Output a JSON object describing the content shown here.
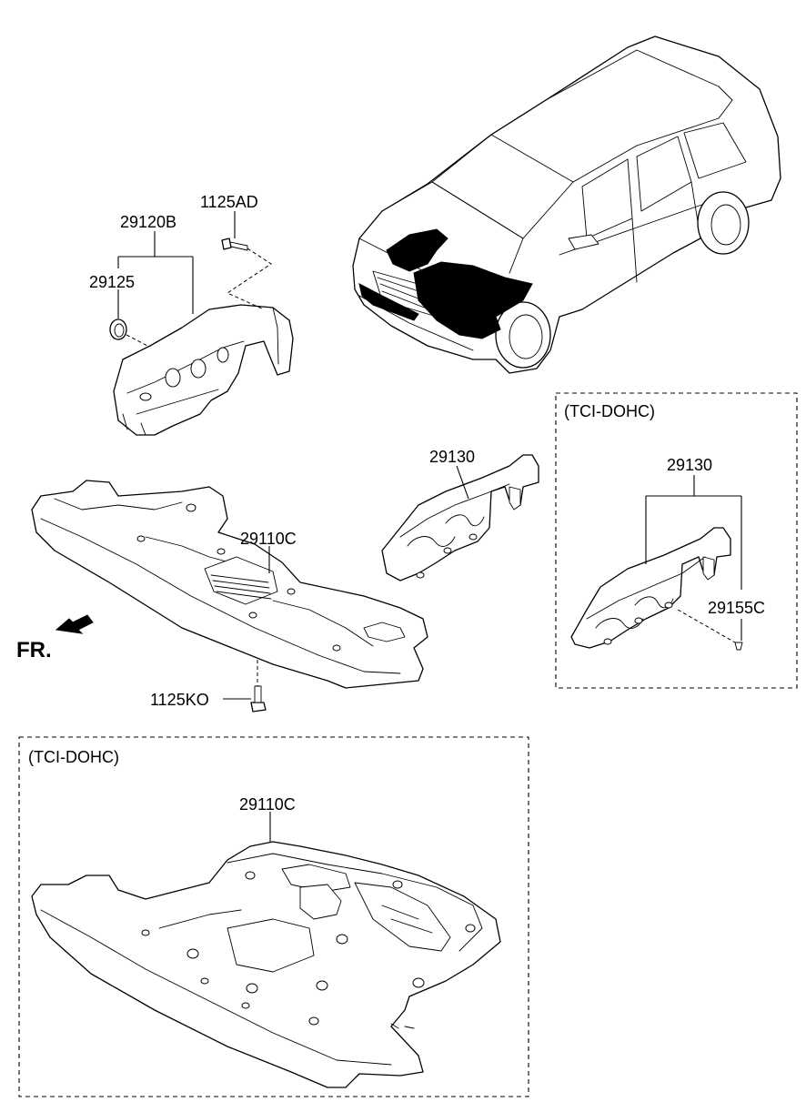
{
  "labels": {
    "p1125AD": "1125AD",
    "p29120B": "29120B",
    "p29125": "29125",
    "p29130_main": "29130",
    "p29110C_main": "29110C",
    "p1125KO": "1125KO",
    "front_arrow": "FR.",
    "box_right_title": "(TCI-DOHC)",
    "p29130_box": "29130",
    "p29155C": "29155C",
    "box_bottom_title": "(TCI-DOHC)",
    "p29110C_box": "29110C"
  },
  "icons": {
    "front_direction": "arrow-left-down-icon"
  }
}
